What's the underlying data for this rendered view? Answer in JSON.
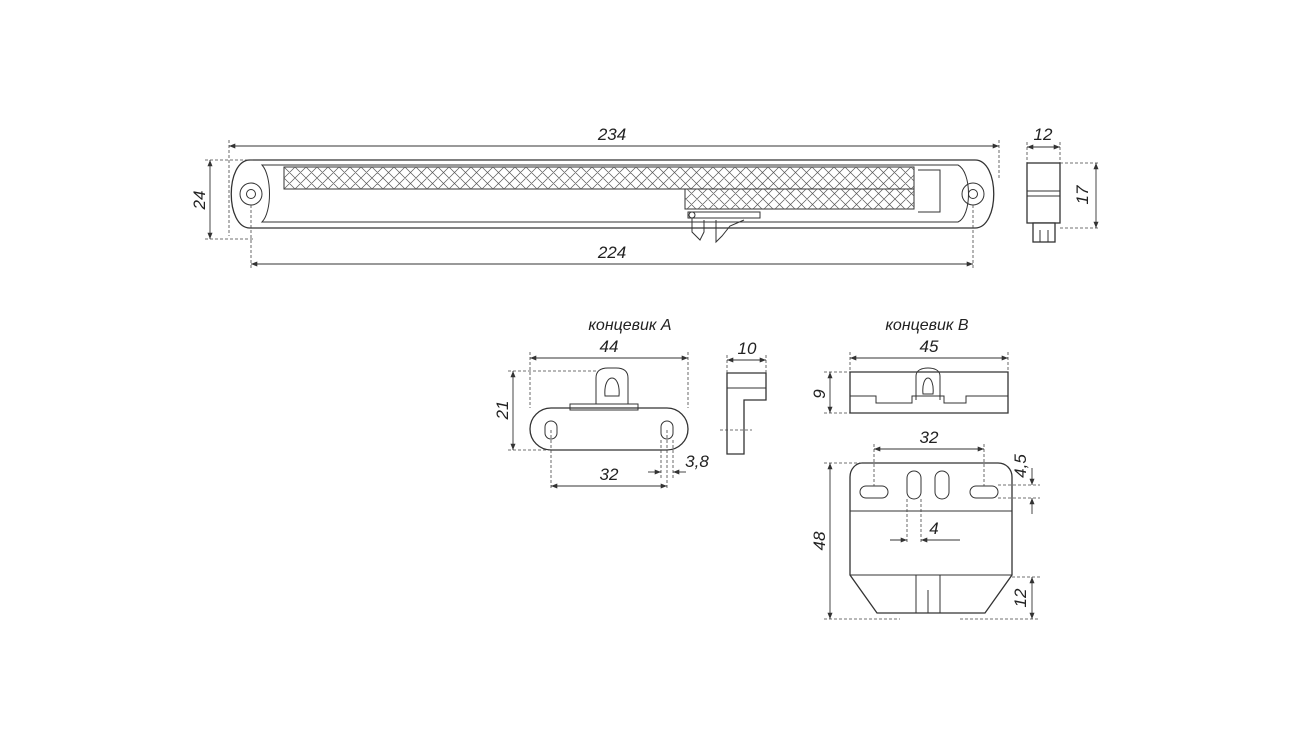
{
  "labels": {
    "end_a": "концевик A",
    "end_b": "концевик B"
  },
  "dimensions": {
    "main_length": "234",
    "main_holes": "224",
    "main_height": "24",
    "side_width": "12",
    "side_height": "17",
    "a_width": "44",
    "a_height": "21",
    "a_holes": "32",
    "a_hole_w": "3,8",
    "a_side": "10",
    "b_width": "45",
    "b_height_top": "9",
    "b_holes": "32",
    "b_offset": "4,5",
    "b_small": "4",
    "b_height": "48",
    "b_bottom": "12"
  }
}
